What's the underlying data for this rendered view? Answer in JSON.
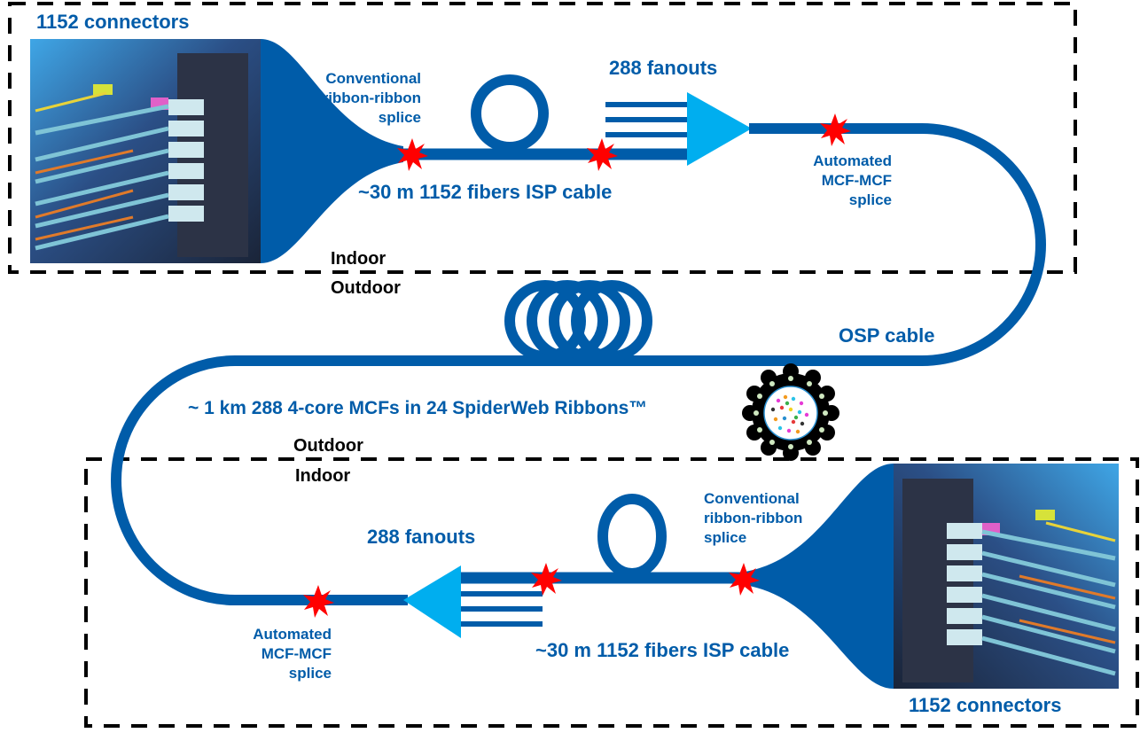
{
  "diagram": {
    "colors": {
      "fiber": "#005ca9",
      "fanout": "#00aeef",
      "splice": "#ff0000",
      "boundary": "#000000",
      "label": "#005ca9"
    },
    "site_a": {
      "connectors_label": "1152 connectors",
      "ribbon_splice_label": [
        "Conventional",
        "ribbon-ribbon",
        "splice"
      ],
      "isp_cable_label": "~30 m 1152 fibers ISP cable",
      "fanouts_label": "288 fanouts",
      "mcf_splice_label": [
        "Automated",
        "MCF-MCF",
        "splice"
      ],
      "zone_inner": "Indoor",
      "zone_outer": "Outdoor"
    },
    "osp": {
      "cable_label": "OSP cable",
      "span_label": "~ 1 km 288 4-core MCFs in 24 SpiderWeb Ribbons™"
    },
    "site_b": {
      "connectors_label": "1152 connectors",
      "ribbon_splice_label": [
        "Conventional",
        "ribbon-ribbon",
        "splice"
      ],
      "isp_cable_label": "~30 m 1152 fibers ISP cable",
      "fanouts_label": "288 fanouts",
      "mcf_splice_label": [
        "Automated",
        "MCF-MCF",
        "splice"
      ],
      "zone_outer": "Outdoor",
      "zone_inner": "Indoor"
    },
    "icons": {
      "patch_panel_photo": "fiber-patch-panel-photo",
      "splice": "red-star-burst",
      "cable_cross_section": "cable-cross-section"
    }
  }
}
